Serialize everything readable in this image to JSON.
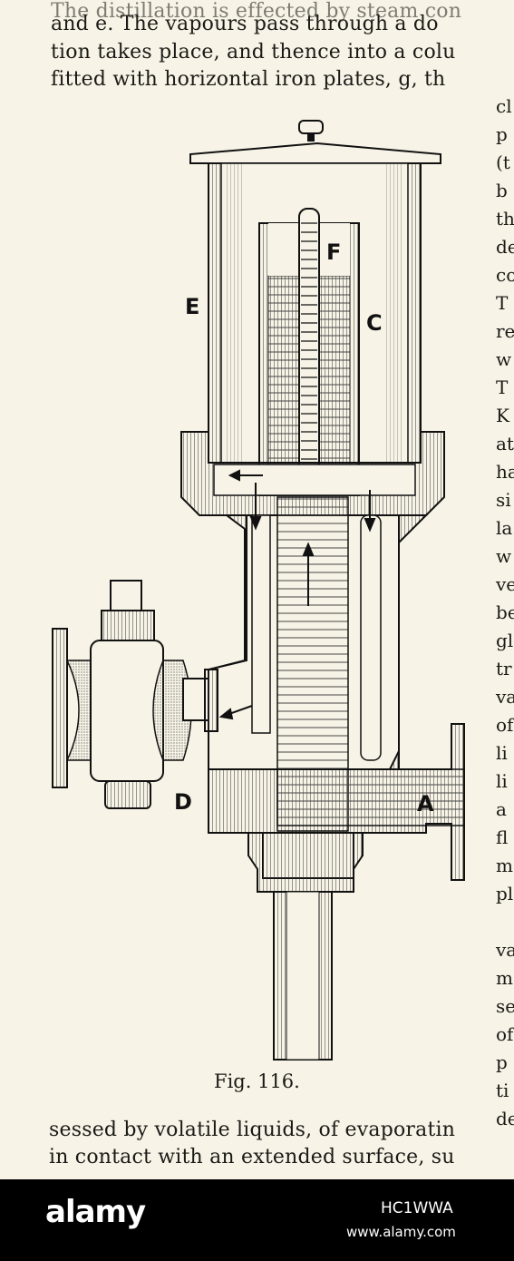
{
  "text_lines": [
    "and e.  The vapours pass through a do",
    "tion takes place, and thence into a colu",
    "fitted with horizontal iron plates, g, th"
  ],
  "right_column": [
    "cl",
    "p",
    "(t",
    "b",
    "th",
    "de",
    "co",
    "T",
    "re",
    "w",
    "T",
    "K",
    "at",
    "ha",
    "si",
    "la",
    "w",
    "ve",
    "be",
    "gl",
    "tr",
    "va",
    "of",
    "li",
    "li",
    "a",
    "fl",
    "m",
    "pl",
    "",
    "va",
    "m",
    "se",
    "of",
    "p",
    "ti",
    "de"
  ],
  "bottom_lines": [
    "sessed by volatile liquids, of evaporatin",
    "in contact with an extended surface, su"
  ],
  "figure": {
    "caption": "Fig. 116.",
    "labels": {
      "E": "E",
      "C": "C",
      "F": "F",
      "D": "D",
      "A": "A"
    }
  },
  "watermark": {
    "brand": "alamy",
    "stock_id": "HC1WWA",
    "url": "www.alamy.com"
  }
}
